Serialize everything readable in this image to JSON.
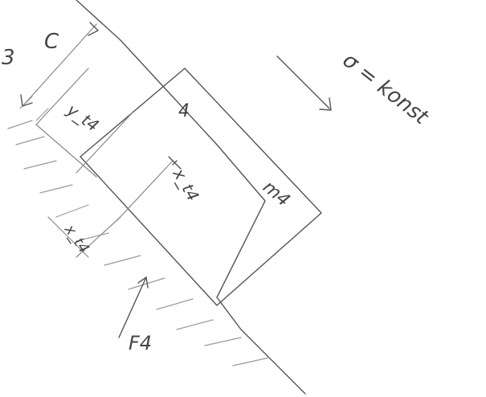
{
  "labels": {
    "corner_three": "3",
    "c_symbol": "C",
    "block_number": "4",
    "y_t4": "y_t4",
    "x_t4_mid": "x_t4",
    "x_t4_low": "x_t4",
    "mass": "m4",
    "force": "F4",
    "sigma_const": "σ = konst"
  }
}
